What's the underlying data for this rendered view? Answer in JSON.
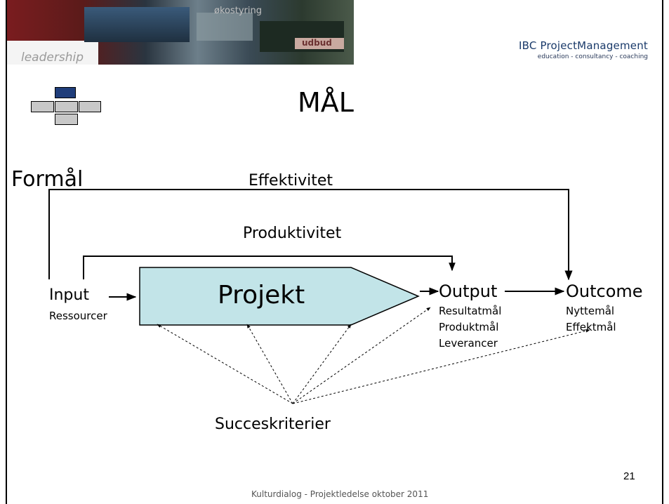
{
  "banner": {
    "words": {
      "leadership": "leadership",
      "okostyring": "økostyring",
      "udbud": "udbud"
    }
  },
  "brand": {
    "name": "IBC ProjectManagement",
    "tagline": "education - consultancy - coaching",
    "color": "#1a3a6a"
  },
  "slide": {
    "title": "MÅL",
    "number": "21",
    "footer": "Kulturdialog - Projektledelse oktober 2011"
  },
  "diagram": {
    "formal": "Formål",
    "effektivitet": "Effektivitet",
    "produktivitet": "Produktivitet",
    "input": {
      "label": "Input",
      "sub": "Ressourcer"
    },
    "projekt": {
      "label": "Projekt",
      "fill": "#c2e4e8"
    },
    "output": {
      "label": "Output",
      "subs": [
        "Resultatmål",
        "Produktmål",
        "Leverancer"
      ]
    },
    "outcome": {
      "label": "Outcome",
      "subs": [
        "Nyttemål",
        "Effektmål"
      ]
    },
    "succes": "Succeskriterier"
  },
  "icons": {
    "arrow": "arrow-right-icon",
    "blocks": "block-diagram-icon"
  }
}
